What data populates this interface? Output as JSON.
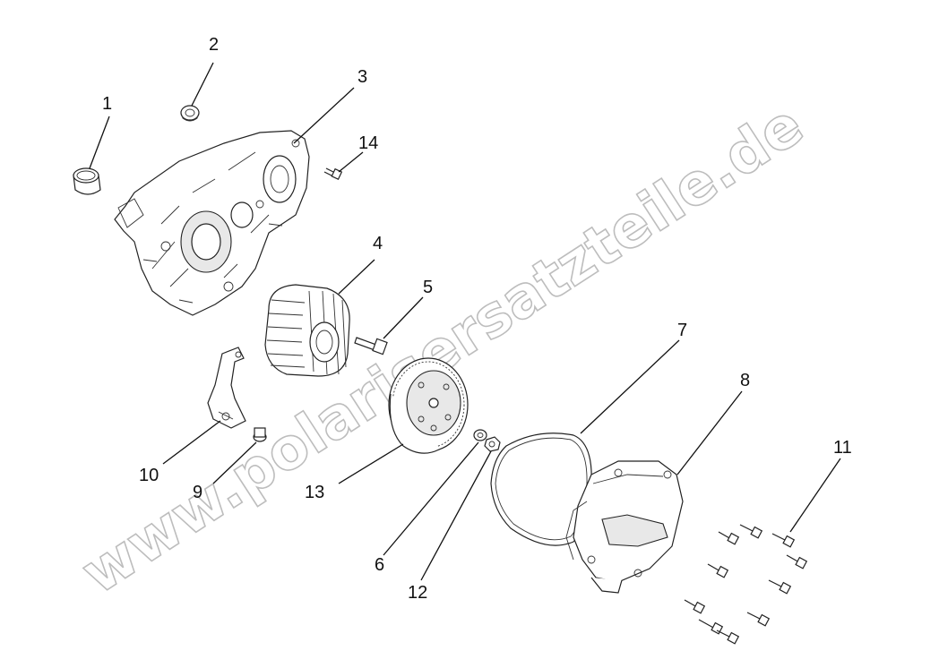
{
  "watermark": "www.polarisersatzteile.de",
  "callouts": {
    "c1": "1",
    "c2": "2",
    "c3": "3",
    "c4": "4",
    "c5": "5",
    "c6": "6",
    "c7": "7",
    "c8": "8",
    "c9": "9",
    "c10": "10",
    "c11": "11",
    "c12": "12",
    "c13": "13",
    "c14": "14"
  }
}
